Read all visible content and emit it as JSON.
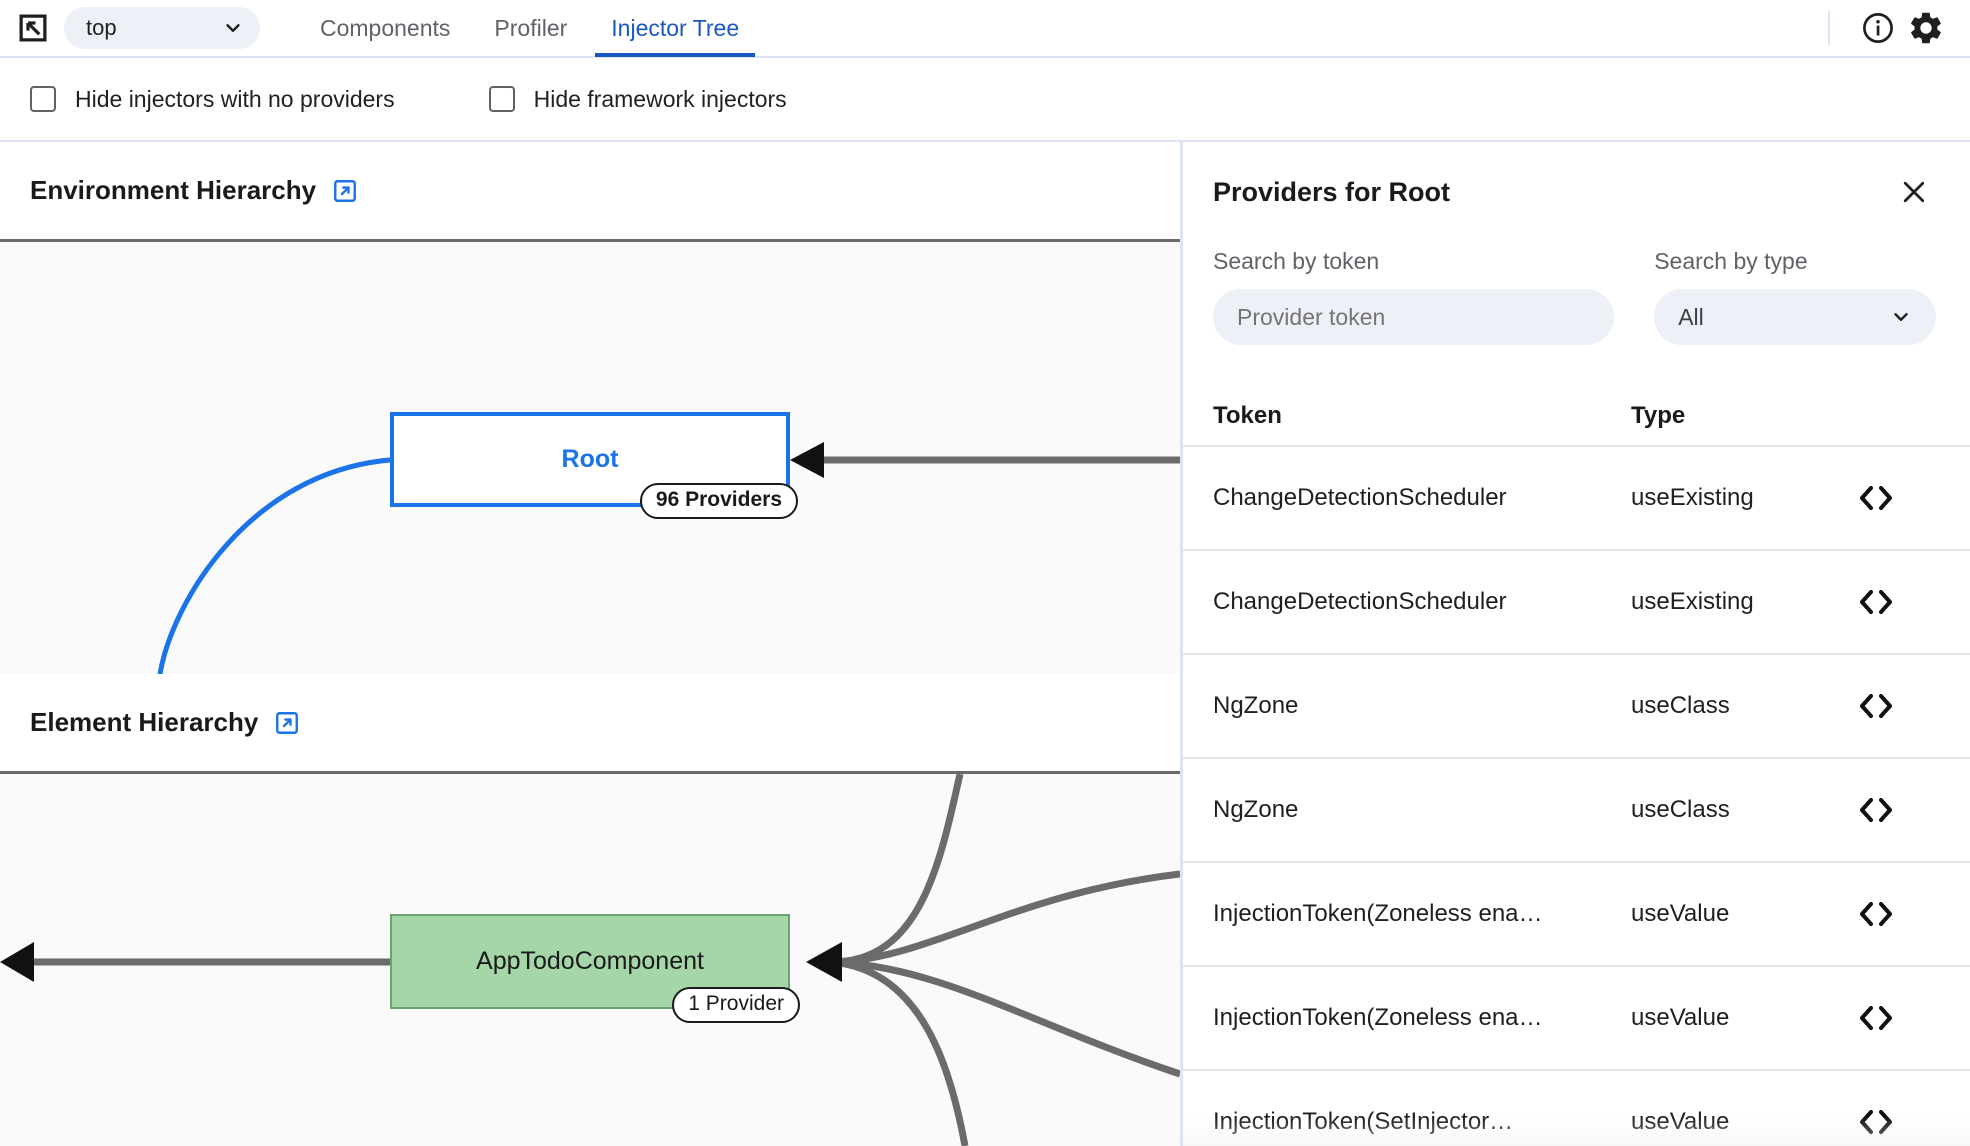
{
  "toolbar": {
    "inspect_icon": "select-element-icon",
    "frame_select": {
      "value": "top",
      "chevron": "chevron-down-icon"
    },
    "tabs": [
      {
        "label": "Components",
        "active": false
      },
      {
        "label": "Profiler",
        "active": false
      },
      {
        "label": "Injector Tree",
        "active": true
      }
    ],
    "info_icon": "info-circle-icon",
    "settings_icon": "gear-icon",
    "accent_color": "#1a56c4"
  },
  "filters": [
    {
      "label": "Hide injectors with no providers",
      "checked": false
    },
    {
      "label": "Hide framework injectors",
      "checked": false
    }
  ],
  "environment_hierarchy": {
    "title": "Environment Hierarchy",
    "open_icon": "external-link-icon",
    "node": {
      "label": "Root",
      "badge": "96 Providers",
      "border_color": "#1a73e8",
      "text_color": "#1a73e8"
    }
  },
  "element_hierarchy": {
    "title": "Element Hierarchy",
    "open_icon": "external-link-icon",
    "node": {
      "label": "AppTodoComponent",
      "badge": "1 Provider",
      "fill_color": "#a5d6a7"
    }
  },
  "providers_panel": {
    "title": "Providers for Root",
    "close_icon": "close-icon",
    "search_token": {
      "label": "Search by token",
      "placeholder": "Provider token",
      "value": ""
    },
    "search_type": {
      "label": "Search by type",
      "value": "All",
      "chevron": "chevron-down-icon",
      "options": [
        "All"
      ]
    },
    "columns": [
      "Token",
      "Type"
    ],
    "code_icon": "code-brackets-icon",
    "rows": [
      {
        "token": "ChangeDetectionScheduler",
        "type": "useExisting"
      },
      {
        "token": "ChangeDetectionScheduler",
        "type": "useExisting"
      },
      {
        "token": "NgZone",
        "type": "useClass"
      },
      {
        "token": "NgZone",
        "type": "useClass"
      },
      {
        "token": "InjectionToken(Zoneless ena…",
        "type": "useValue"
      },
      {
        "token": "InjectionToken(Zoneless ena…",
        "type": "useValue"
      },
      {
        "token": "InjectionToken(SetInjector…",
        "type": "useValue"
      }
    ]
  }
}
